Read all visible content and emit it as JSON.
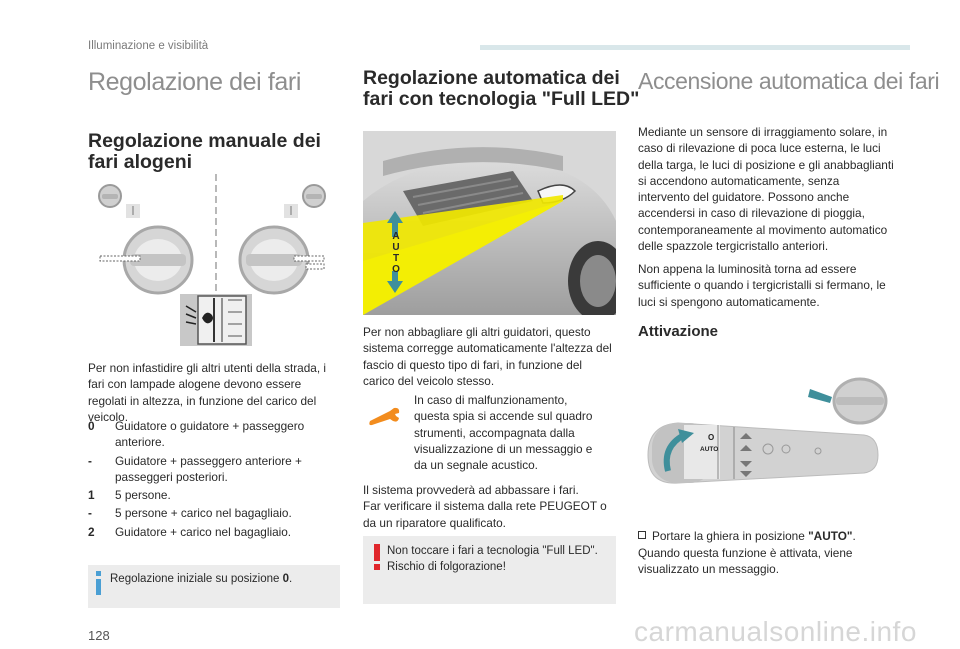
{
  "header": {
    "section": "Illuminazione e visibilità"
  },
  "col1": {
    "title": "Regolazione dei fari",
    "subtitle_line1": "Regolazione manuale dei",
    "subtitle_line2": "fari alogeni",
    "intro": "Per non infastidire gli altri utenti della strada, i fari con lampade alogene devono essere regolati in altezza, in funzione del carico del veicolo.",
    "legend": [
      {
        "key": "0",
        "text": "Guidatore o guidatore + passeggero anteriore."
      },
      {
        "key": "-",
        "text": "Guidatore + passeggero anteriore + passeggeri posteriori."
      },
      {
        "key": "1",
        "text": "5 persone."
      },
      {
        "key": "-",
        "text": "5 persone + carico nel bagagliaio."
      },
      {
        "key": "2",
        "text": "Guidatore + carico nel bagagliaio."
      }
    ],
    "info_prefix": "Regolazione iniziale su posizione ",
    "info_bold": "0",
    "info_suffix": "."
  },
  "col2": {
    "title_line1": "Regolazione automatica dei",
    "title_line2": "fari con tecnologia \"Full LED\"",
    "auto_letters": [
      "A",
      "U",
      "T",
      "O"
    ],
    "para1": "Per non abbagliare gli altri guidatori, questo sistema corregge automaticamente l'altezza del fascio di questo tipo di fari, in funzione del carico del veicolo stesso.",
    "warn_line1": "In caso di malfunzionamento,",
    "warn_line2": "questa spia si accende sul quadro",
    "warn_line3": "strumenti, accompagnata dalla",
    "warn_line4": "visualizzazione di un messaggio e",
    "warn_line5": "da un segnale acustico.",
    "para2_line1": "Il sistema provvederà ad abbassare i fari.",
    "para2_line2": "Far verificare il sistema dalla rete PEUGEOT o",
    "para2_line3": "da un riparatore qualificato.",
    "caution_line1": "Non toccare i fari a tecnologia \"Full LED\".",
    "caution_line2": "Rischio di folgorazione!"
  },
  "col3": {
    "title": "Accensione automatica dei fari",
    "para": "Mediante un sensore di irraggiamento solare, in caso di rilevazione di poca luce esterna, le luci della targa, le luci di posizione e gli anabbaglianti si accendono automaticamente, senza intervento del guidatore. Possono anche accendersi in caso di rilevazione di pioggia, contemporaneamente al movimento automatico delle spazzole tergicristallo anteriori.",
    "para2": "Non appena la luminosità torna ad essere sufficiente o quando i tergicristalli si fermano, le luci si spengono automaticamente.",
    "subtitle": "Attivazione",
    "stalk_labels": [
      "O",
      "AUTO"
    ],
    "step_bullet": "",
    "step_prefix": "Portare la ghiera in posizione ",
    "step_bold": "\"AUTO\"",
    "step_suffix": ".",
    "after_line1": "Quando questa funzione è attivata, viene",
    "after_line2": "visualizzato un messaggio."
  },
  "footer": {
    "page": "128",
    "watermark": "carmanualsonline.info"
  },
  "colors": {
    "accent_teal": "#3f8f9b",
    "info_blue": "#4a9fd4",
    "warning_orange": "#f28c1e",
    "caution_red": "#e0262b",
    "beam_yellow": "#f1e800"
  }
}
